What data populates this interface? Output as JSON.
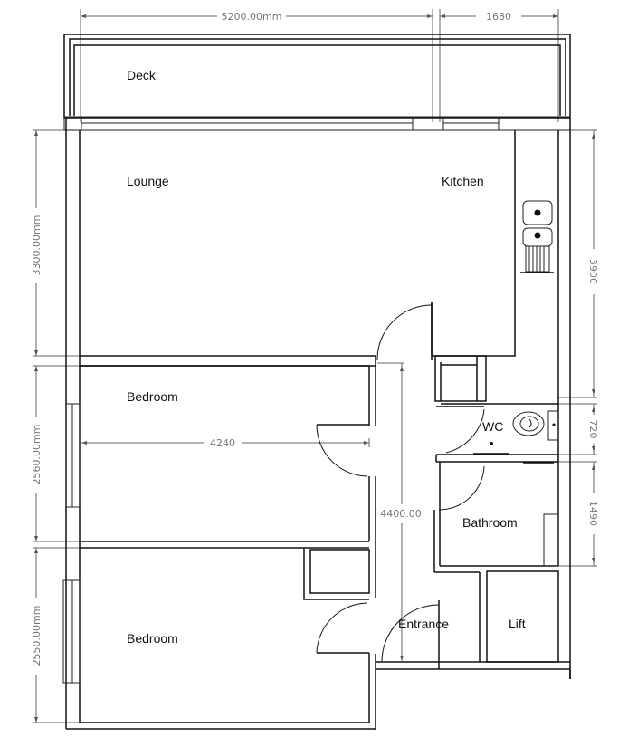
{
  "plan": {
    "rooms": {
      "deck": "Deck",
      "lounge": "Lounge",
      "kitchen": "Kitchen",
      "bedroom1": "Bedroom",
      "bedroom2": "Bedroom",
      "wc": "WC",
      "bathroom": "Bathroom",
      "entrance": "Entrance",
      "lift": "Lift"
    },
    "dimensions": {
      "top_width_main": "5200.00mm",
      "top_width_right": "1680",
      "lounge_height": "3300.00mm",
      "bedroom1_height": "2560.00mm",
      "bedroom2_height": "2550.00mm",
      "bedroom1_width": "4240",
      "hall_length": "4400.00",
      "kitchen_height": "3900",
      "wc_height": "720",
      "bathroom_height": "1490"
    },
    "colors": {
      "wall": "#111111",
      "dimension": "#777777",
      "background": "#ffffff"
    }
  }
}
